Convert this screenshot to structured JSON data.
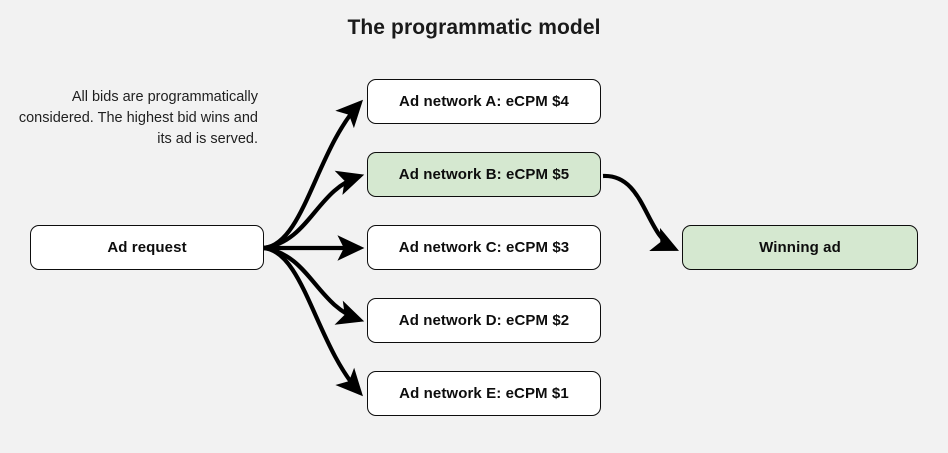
{
  "page": {
    "title": "The programmatic model",
    "background_color": "#f2f2f2",
    "text_color": "#0d0d0d",
    "highlight_color": "#d5e8d0",
    "edge_color": "#000000"
  },
  "caption": {
    "text": "All bids are programmatically considered. The highest bid wins and its ad is served."
  },
  "nodes": {
    "request": {
      "label": "Ad request",
      "fill": "#ffffff"
    },
    "network_a": {
      "label": "Ad network A: eCPM $4",
      "fill": "#ffffff"
    },
    "network_b": {
      "label": "Ad network B: eCPM $5",
      "fill": "#d5e8d0"
    },
    "network_c": {
      "label": "Ad network C: eCPM $3",
      "fill": "#ffffff"
    },
    "network_d": {
      "label": "Ad network D: eCPM $2",
      "fill": "#ffffff"
    },
    "network_e": {
      "label": "Ad network E: eCPM $1",
      "fill": "#ffffff"
    },
    "winner": {
      "label": "Winning ad",
      "fill": "#d5e8d0"
    }
  },
  "edges": [
    {
      "name": "request-to-network-a",
      "from": "request",
      "to": "network_a"
    },
    {
      "name": "request-to-network-b",
      "from": "request",
      "to": "network_b"
    },
    {
      "name": "request-to-network-c",
      "from": "request",
      "to": "network_c"
    },
    {
      "name": "request-to-network-d",
      "from": "request",
      "to": "network_d"
    },
    {
      "name": "request-to-network-e",
      "from": "request",
      "to": "network_e"
    },
    {
      "name": "network-b-to-winner",
      "from": "network_b",
      "to": "winner"
    }
  ]
}
